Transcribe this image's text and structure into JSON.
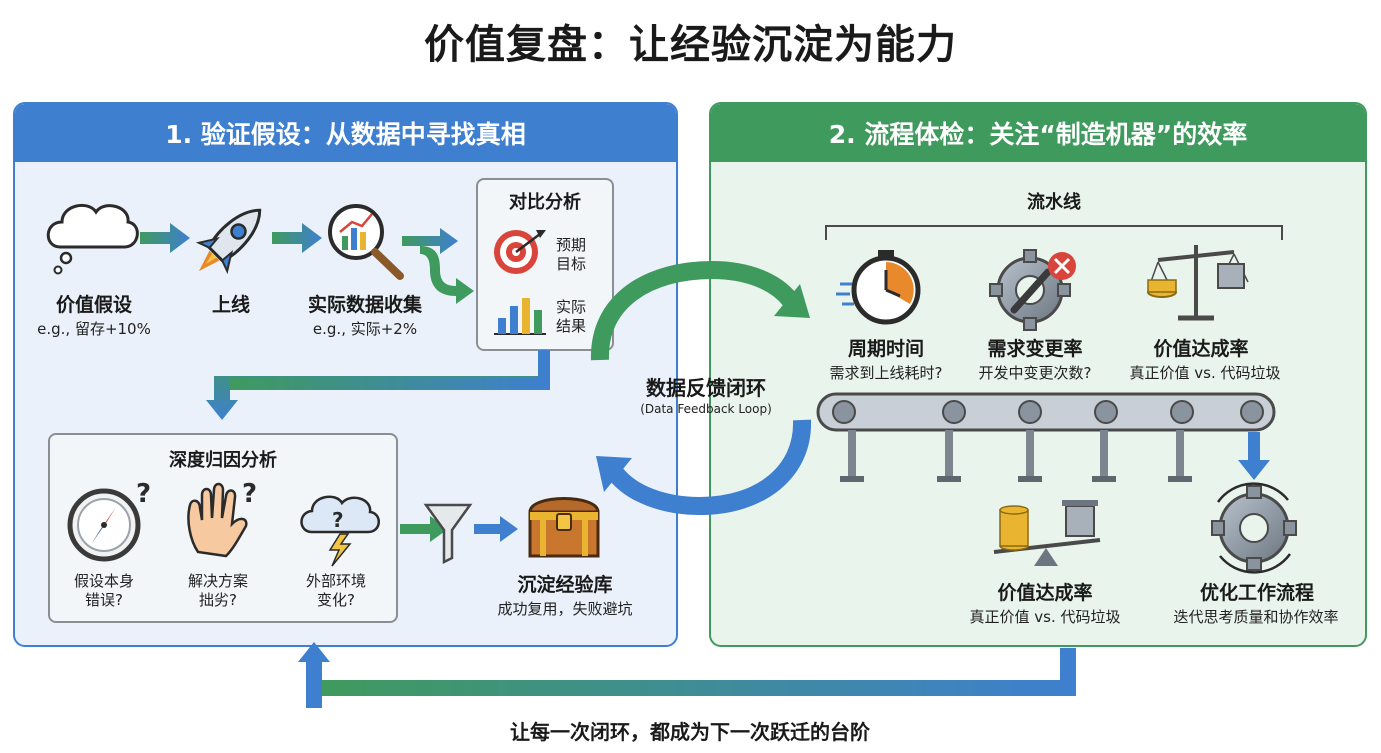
{
  "title": "价值复盘：让经验沉淀为能力",
  "left_panel": {
    "header": "1. 验证假设：从数据中寻找真相",
    "steps": [
      {
        "label": "价值假设",
        "sub": "e.g., 留存+10%"
      },
      {
        "label": "上线",
        "sub": ""
      },
      {
        "label": "实际数据收集",
        "sub": "e.g., 实际+2%"
      }
    ],
    "compare": {
      "title": "对比分析",
      "expected_line1": "预期",
      "expected_line2": "目标",
      "actual_line1": "实际",
      "actual_line2": "结果"
    },
    "attribution": {
      "title": "深度归因分析",
      "items": [
        {
          "line1": "假设本身",
          "line2": "错误?"
        },
        {
          "line1": "解决方案",
          "line2": "拙劣?"
        },
        {
          "line1": "外部环境",
          "line2": "变化?"
        }
      ]
    },
    "library": {
      "label": "沉淀经验库",
      "sub": "成功复用，失败避坑"
    }
  },
  "loop": {
    "label": "数据反馈闭环",
    "sub": "(Data Feedback Loop)"
  },
  "right_panel": {
    "header": "2. 流程体检：关注“制造机器”的效率",
    "pipeline_label": "流水线",
    "metrics": [
      {
        "label": "周期时间",
        "sub": "需求到上线耗时?"
      },
      {
        "label": "需求变更率",
        "sub": "开发中变更次数?"
      },
      {
        "label": "价值达成率",
        "sub": "真正价值 vs. 代码垃圾"
      }
    ],
    "outputs": [
      {
        "label": "价值达成率",
        "sub": "真正价值 vs. 代码垃圾"
      },
      {
        "label": "优化工作流程",
        "sub": "迭代思考质量和协作效率"
      }
    ]
  },
  "footer": "让每一次闭环，都成为下一次跃迁的台阶",
  "colors": {
    "blue": "#3f7fd0",
    "green": "#3f9a5e",
    "orange": "#e8892c",
    "gold": "#e9b531"
  }
}
